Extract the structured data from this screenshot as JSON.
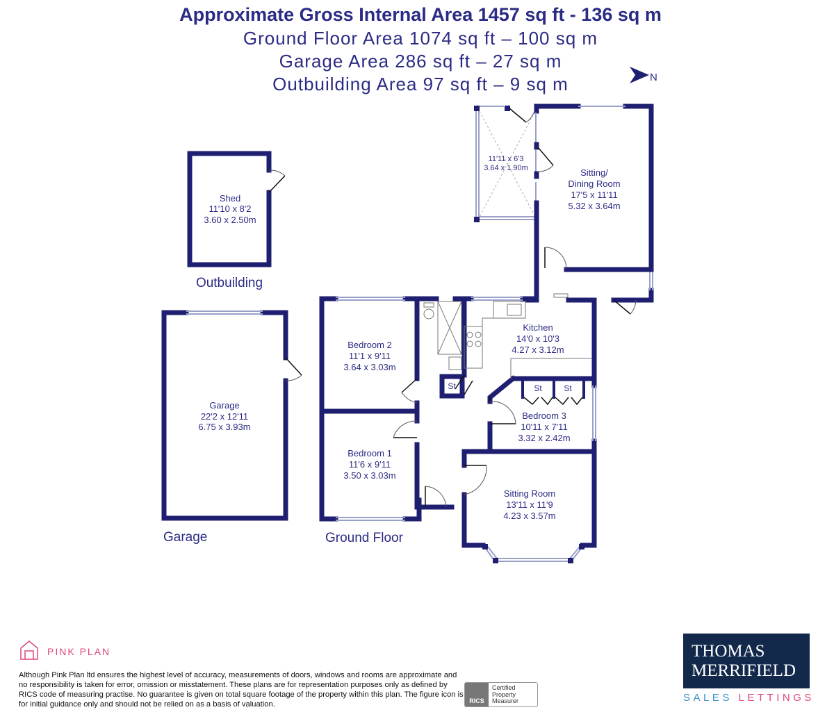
{
  "header": {
    "gross": "Approximate Gross Internal Area 1457 sq ft - 136 sq m",
    "ground": "Ground Floor Area 1074 sq ft – 100 sq m",
    "garage": "Garage Area 286 sq ft – 27 sq m",
    "outbuilding": "Outbuilding Area 97 sq ft – 9 sq m"
  },
  "compass": {
    "label": "N",
    "icon": "north-arrow-icon"
  },
  "sections": {
    "outbuilding": "Outbuilding",
    "garage": "Garage",
    "ground": "Ground Floor"
  },
  "rooms": {
    "shed": [
      "Shed",
      "11'10 x 8'2",
      "3.60 x 2.50m"
    ],
    "garage": [
      "Garage",
      "22'2 x 12'11",
      "6.75 x 3.93m"
    ],
    "conservatory": [
      "11'11 x 6'3",
      "3.64 x 1.90m"
    ],
    "sitting_dining": [
      "Sitting/",
      "Dining Room",
      "17'5 x 11'11",
      "5.32 x 3.64m"
    ],
    "kitchen": [
      "Kitchen",
      "14'0 x 10'3",
      "4.27 x 3.12m"
    ],
    "bedroom2": [
      "Bedroom 2",
      "11'1 x 9'11",
      "3.64 x 3.03m"
    ],
    "bedroom1": [
      "Bedroom 1",
      "11'6 x 9'11",
      "3.50 x 3.03m"
    ],
    "bedroom3": [
      "Bedroom 3",
      "10'11 x 7'11",
      "3.32 x 2.42m"
    ],
    "sitting": [
      "Sitting Room",
      "13'11 x 11'9",
      "4.23 x 3.57m"
    ],
    "stores": [
      "St",
      "St",
      "St"
    ]
  },
  "footer": {
    "brand": "PINK PLAN",
    "disclaimer": "Although Pink Plan ltd ensures the highest level of accuracy, measurements of doors, windows and rooms are approximate and no responsibility is taken for error, omission or misstatement. These plans are for representation purposes only as defined by RICS code of measuring practise. No guarantee is given on total square footage of the property within this plan. The figure icon is for initial guidance only and should not be relied on as a basis of valuation.",
    "rics": {
      "logo": "RICS",
      "line1": "Certified",
      "line2": "Property",
      "line3": "Measurer"
    },
    "agent": {
      "line1": "THOMAS",
      "line2": "MERRIFIELD",
      "sales": "SALES",
      "lettings": "LETTINGS"
    }
  },
  "colors": {
    "wall": "#1f1f72",
    "text": "#2b2b85",
    "pink": "#e0467a",
    "agent_bg": "#13294b",
    "sales": "#3a8fc9"
  }
}
